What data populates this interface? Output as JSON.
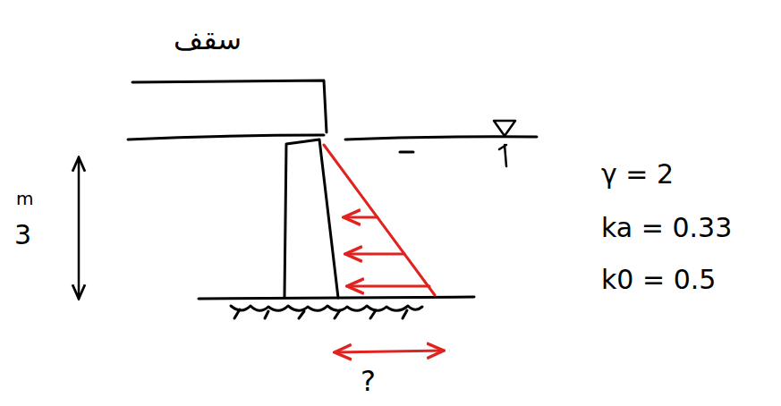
{
  "diagram": {
    "labels": [
      "سقف",
      "m",
      "3",
      "γ = 2",
      "ka = 0.33",
      "k0 = 0.5",
      "?"
    ]
  }
}
